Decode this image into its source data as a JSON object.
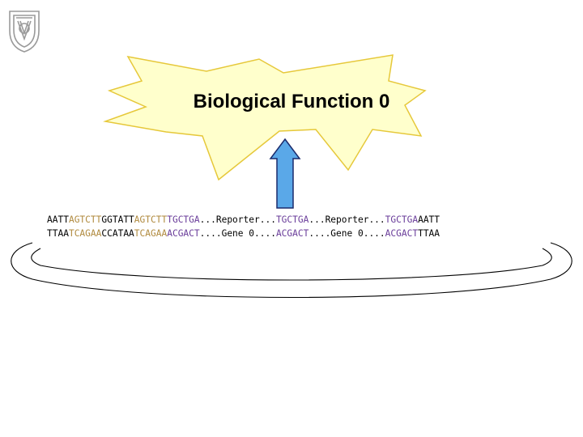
{
  "title": "Biological Function 0",
  "colors": {
    "star_fill": "#ffffcc",
    "star_stroke": "#e6c83a",
    "arrow_fill": "#5aa8e8",
    "arrow_stroke": "#1a2a6c",
    "seq_black": "#000000",
    "seq_tan": "#b08a3e",
    "seq_purple": "#6a3d9a"
  },
  "icons": {
    "logo": "university-emblem-icon"
  },
  "sequence": {
    "top": [
      {
        "text": "AATT",
        "color": "#000000"
      },
      {
        "text": "AGTCTT",
        "color": "#b08a3e"
      },
      {
        "text": "GGTATT",
        "color": "#000000"
      },
      {
        "text": "AGTCTT",
        "color": "#b08a3e"
      },
      {
        "text": "TGCTGA",
        "color": "#6a3d9a"
      },
      {
        "text": "...Reporter...",
        "color": "#000000"
      },
      {
        "text": "TGCTGA",
        "color": "#6a3d9a"
      },
      {
        "text": "...Reporter...",
        "color": "#000000"
      },
      {
        "text": "TGCTGA",
        "color": "#6a3d9a"
      },
      {
        "text": "AATT",
        "color": "#000000"
      }
    ],
    "bottom": [
      {
        "text": "TTAA",
        "color": "#000000"
      },
      {
        "text": "TCAGAA",
        "color": "#b08a3e"
      },
      {
        "text": "CCATAA",
        "color": "#000000"
      },
      {
        "text": "TCAGAA",
        "color": "#b08a3e"
      },
      {
        "text": "ACGACT",
        "color": "#6a3d9a"
      },
      {
        "text": "....Gene 0....",
        "color": "#000000"
      },
      {
        "text": "ACGACT",
        "color": "#6a3d9a"
      },
      {
        "text": "....Gene 0....",
        "color": "#000000"
      },
      {
        "text": "ACGACT",
        "color": "#6a3d9a"
      },
      {
        "text": "TTAA",
        "color": "#000000"
      }
    ]
  }
}
